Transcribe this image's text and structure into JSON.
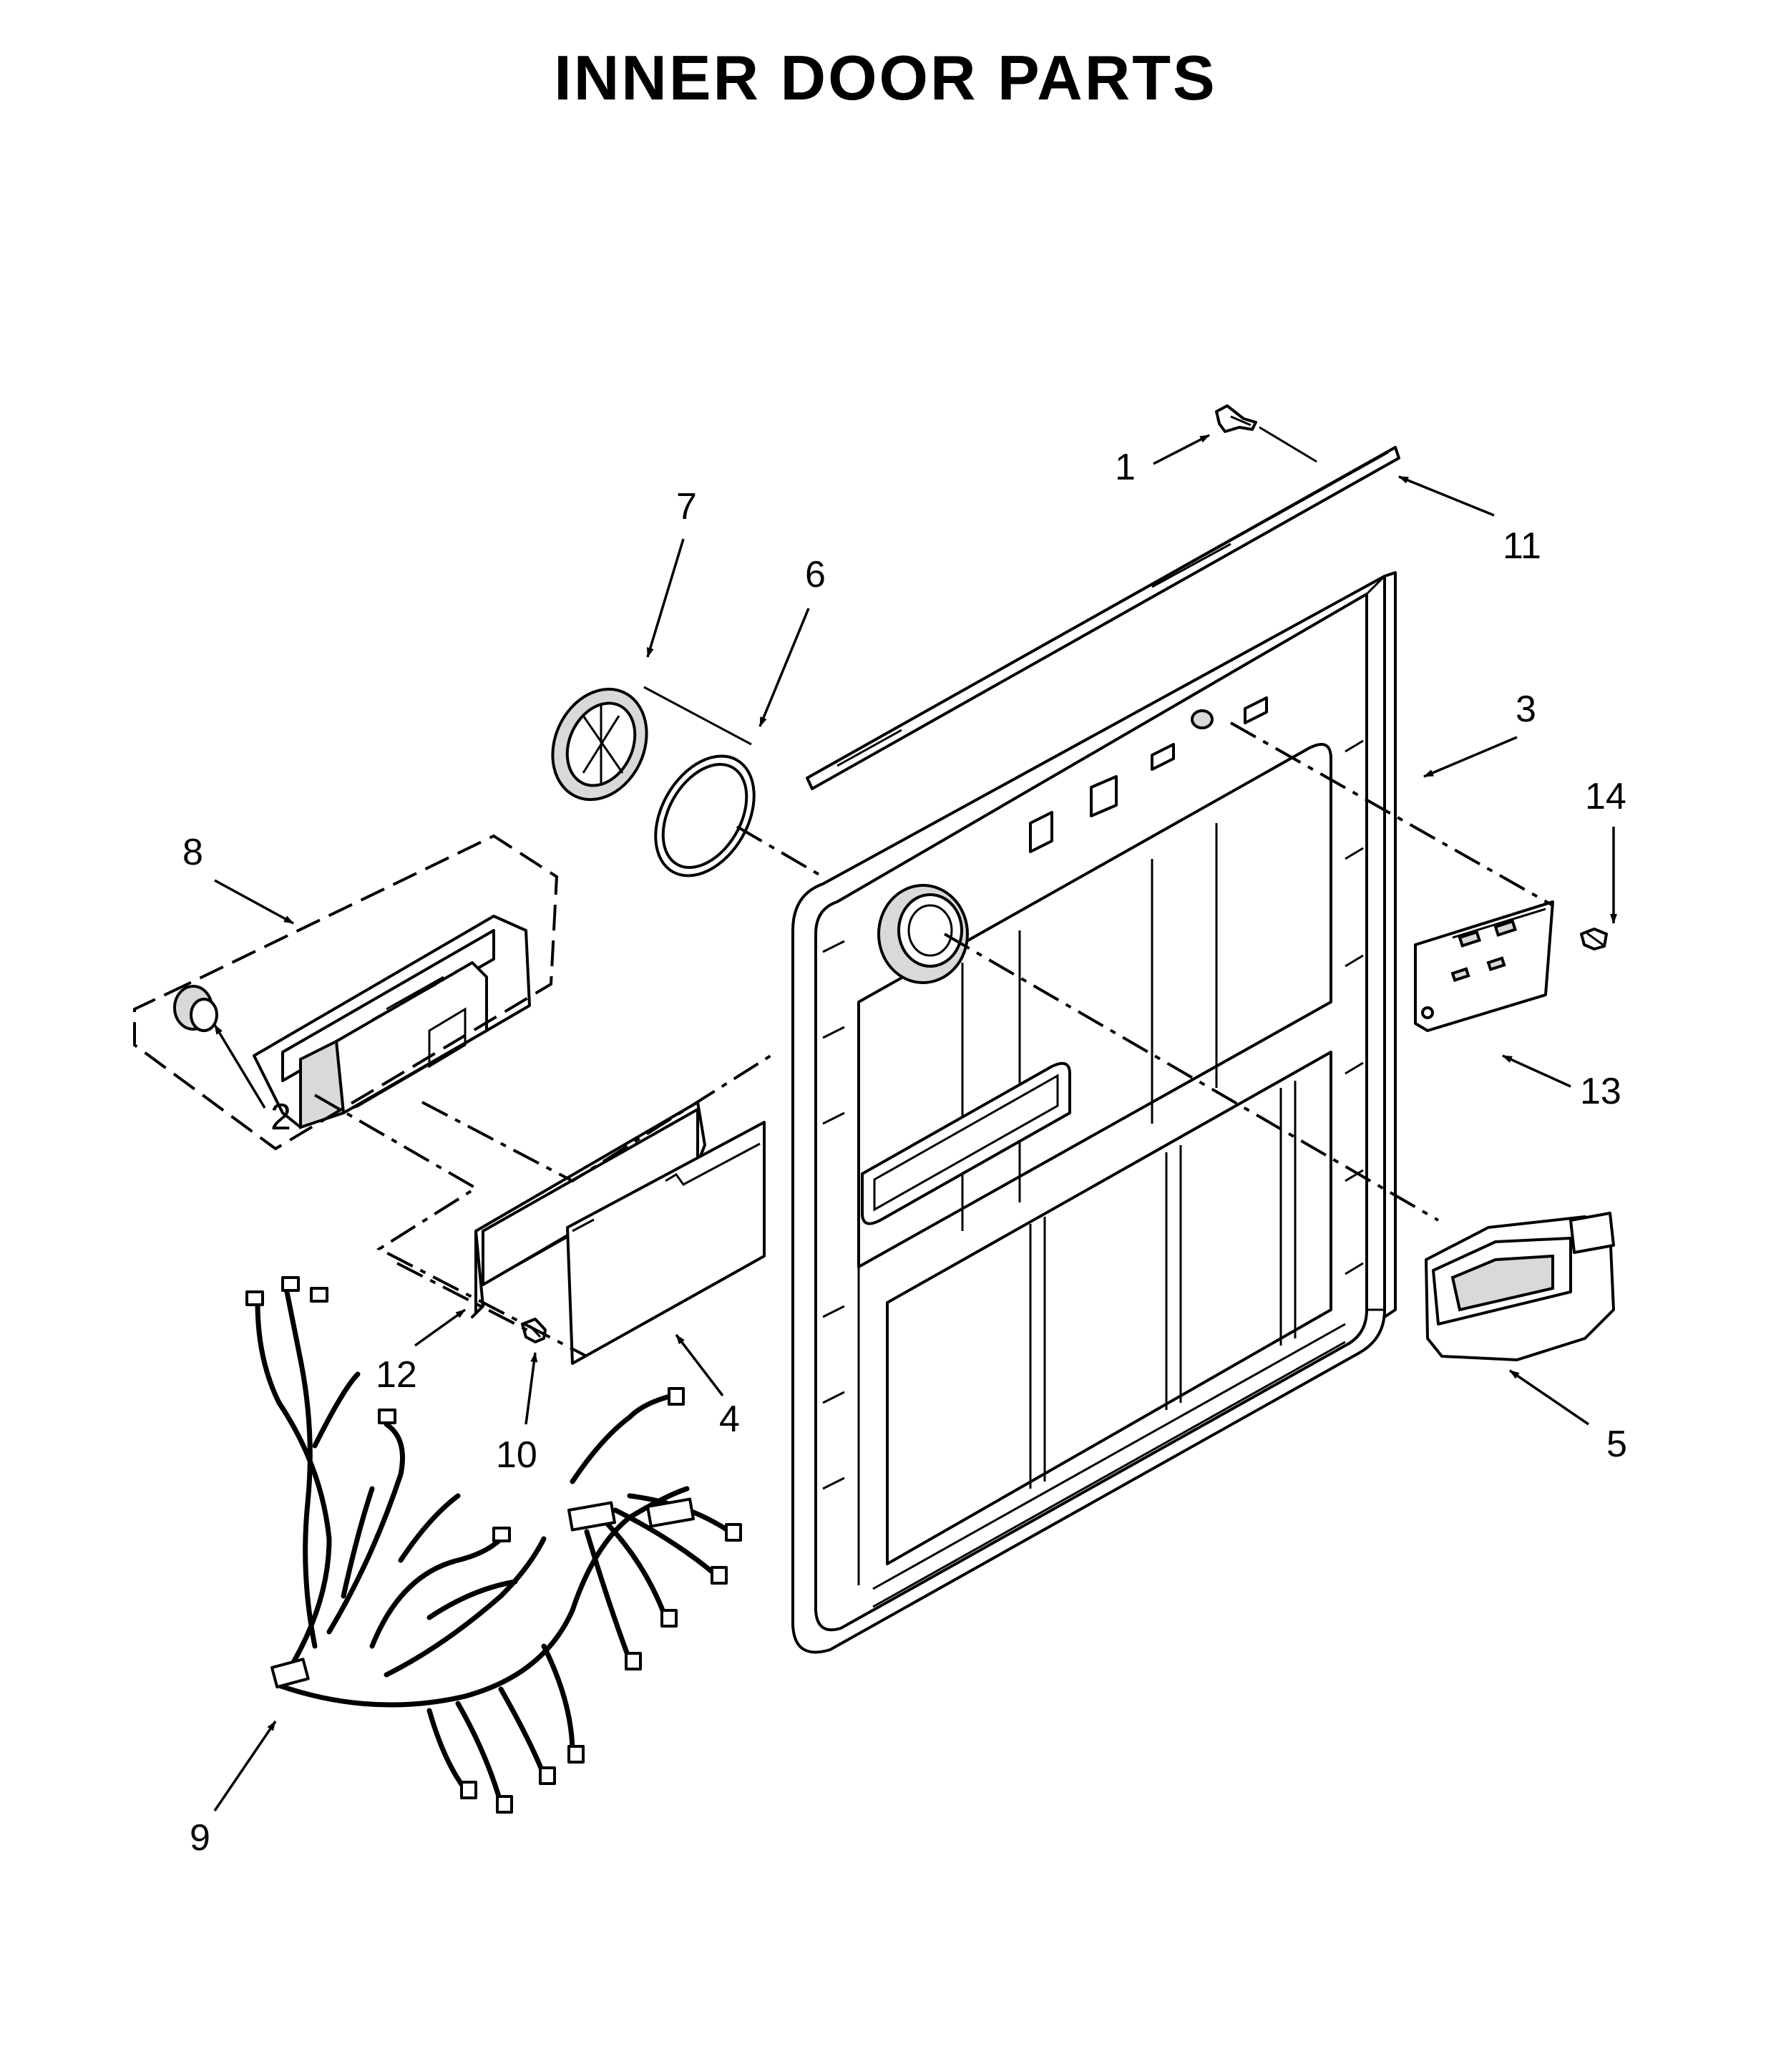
{
  "title": "INNER DOOR PARTS",
  "callouts": {
    "c1": "1",
    "c2": "2",
    "c3": "3",
    "c4": "4",
    "c5": "5",
    "c6": "6",
    "c7": "7",
    "c8": "8",
    "c9": "9",
    "c10": "10",
    "c11": "11",
    "c12": "12",
    "c13": "13",
    "c14": "14"
  }
}
